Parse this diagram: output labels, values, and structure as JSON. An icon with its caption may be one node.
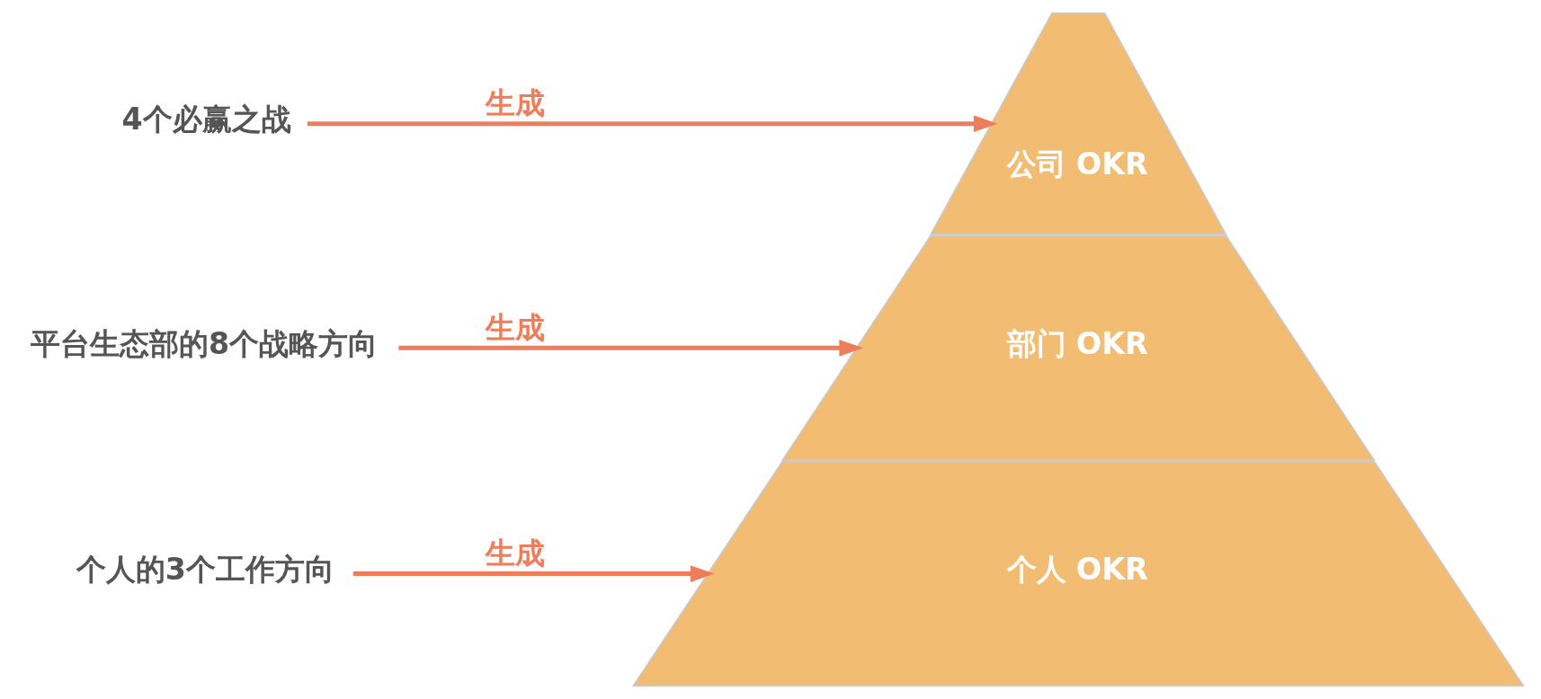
{
  "diagram": {
    "nodes": [
      {
        "text": [
          "4个必赢之战"
        ]
      },
      {
        "text": [
          "公司 OKR"
        ]
      },
      {
        "text": [
          "平台生态部的8个战略方向"
        ]
      },
      {
        "text": [
          "部门 OKR"
        ]
      },
      {
        "text": [
          "个人的3个工作方向"
        ]
      },
      {
        "text": [
          "个人 OKR"
        ]
      }
    ],
    "edges": [
      {
        "from": 0,
        "to": 1,
        "arrow": "to",
        "label": "生成"
      },
      {
        "from": 2,
        "to": 3,
        "arrow": "to",
        "label": "生成"
      },
      {
        "from": 4,
        "to": 5,
        "arrow": "to",
        "label": "生成"
      }
    ]
  }
}
